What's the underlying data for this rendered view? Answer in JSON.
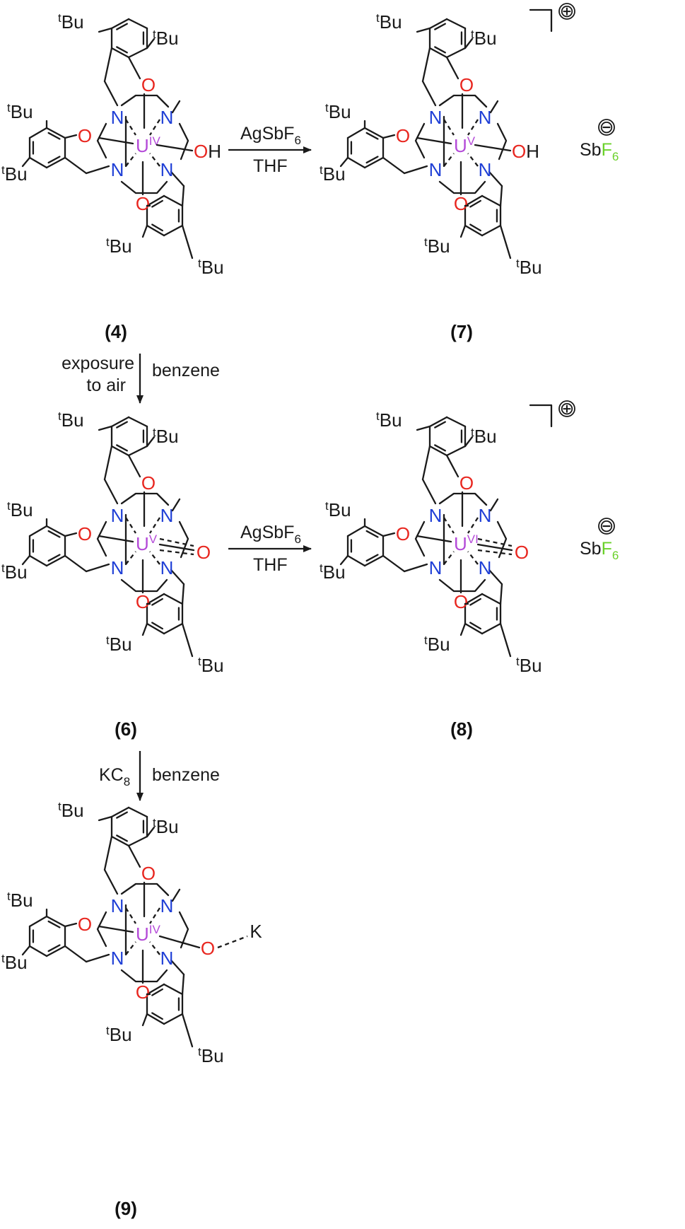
{
  "atoms": {
    "O": "O",
    "N": "N",
    "U": "U",
    "K": "K",
    "H": "H",
    "tBu_sup": "t",
    "tBu_main": "Bu",
    "methyl": ""
  },
  "compounds": [
    {
      "id": "4",
      "label": "(4)",
      "u_ox": "IV",
      "axial": "OH"
    },
    {
      "id": "7",
      "label": "(7)",
      "u_ox": "V",
      "axial": "OH",
      "charge": "⊕"
    },
    {
      "id": "6",
      "label": "(6)",
      "u_ox": "V",
      "axial": "O"
    },
    {
      "id": "8",
      "label": "(8)",
      "u_ox": "VI",
      "axial": "O",
      "charge": "⊕"
    },
    {
      "id": "9",
      "label": "(9)",
      "u_ox": "IV",
      "axial": "O",
      "counter": "K"
    }
  ],
  "counterion": {
    "sb": "Sb",
    "f": "F",
    "sub": "6",
    "charge": "⊖"
  },
  "reactions": {
    "r1": {
      "above": "AgSbF",
      "above_sub": "6",
      "below": "THF"
    },
    "r2": {
      "left_1": "exposure",
      "left_2": "to air",
      "right": "benzene"
    },
    "r3": {
      "above": "AgSbF",
      "above_sub": "6",
      "below": "THF"
    },
    "r4": {
      "left": "KC",
      "left_sub": "8",
      "right": "benzene"
    }
  },
  "colors": {
    "oxygen": "#e8261f",
    "nitrogen": "#1f3fd6",
    "uranium": "#b44ad8",
    "fluorine": "#6ad12a",
    "bond": "#1a1a1a"
  }
}
